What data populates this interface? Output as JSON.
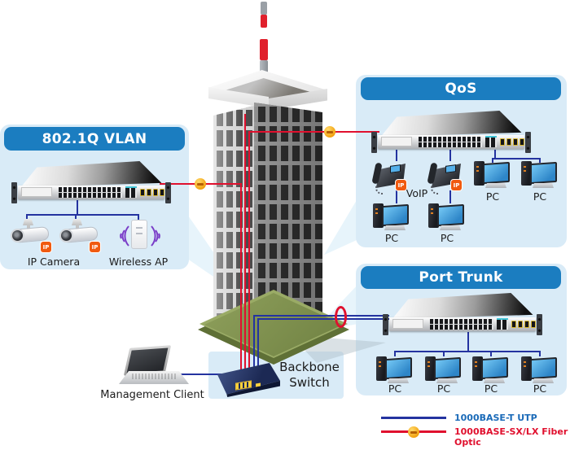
{
  "panels": {
    "vlan": {
      "title": "802.1Q VLAN",
      "camera_label": "IP Camera",
      "ap_label": "Wireless AP"
    },
    "qos": {
      "title": "QoS",
      "voip_label": "VoIP",
      "pcs": [
        "PC",
        "PC",
        "PC",
        "PC"
      ]
    },
    "trunk": {
      "title": "Port Trunk",
      "pcs": [
        "PC",
        "PC",
        "PC",
        "PC"
      ]
    }
  },
  "backbone": {
    "label": "Backbone Switch"
  },
  "management": {
    "label": "Management Client"
  },
  "legend": {
    "utp": "1000BASE-T UTP",
    "fiber": "1000BASE-SX/LX Fiber Optic"
  },
  "badges": {
    "ip": "IP"
  },
  "colors": {
    "banner": "#1b7dc0",
    "panel": "#d9ebf7",
    "fiber": "#e0102e",
    "utp": "#2433a0",
    "legend-blue": "#1a6ab8",
    "badge": "#f05a10"
  }
}
